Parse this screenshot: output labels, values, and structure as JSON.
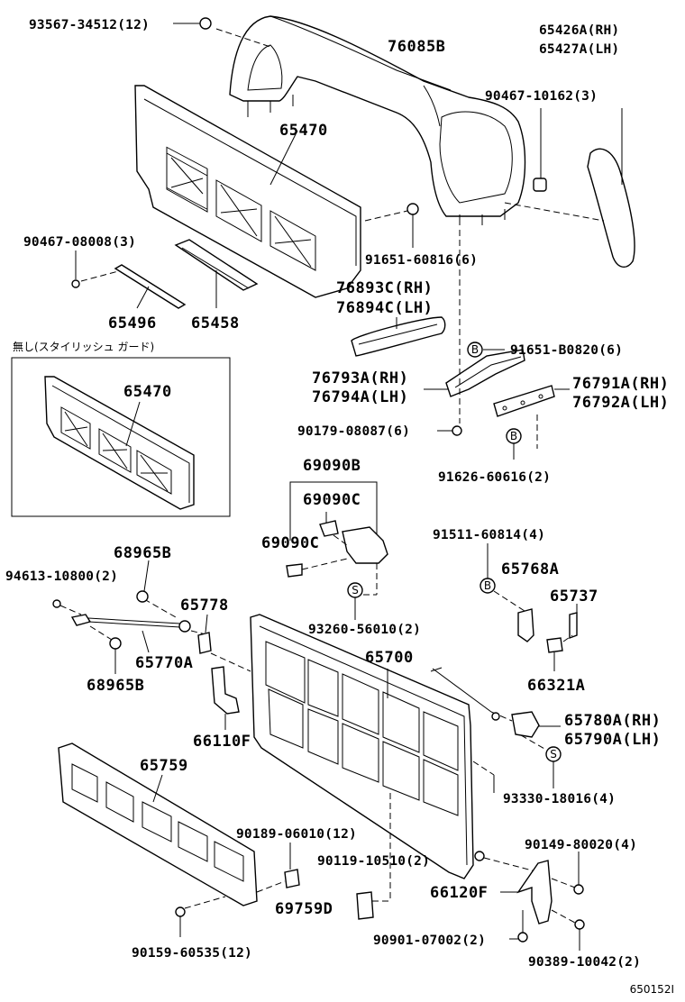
{
  "labels": {
    "p93567": "93567-34512(12)",
    "p76085b": "76085B",
    "p65426a": "65426A(RH)",
    "p65427a": "65427A(LH)",
    "p90467_10162": "90467-10162(3)",
    "p65470_top": "65470",
    "p90467_08008": "90467-08008(3)",
    "p91651_60816": "91651-60816(6)",
    "p65496": "65496",
    "p65458": "65458",
    "p76893c": "76893C(RH)",
    "p76894c": "76894C(LH)",
    "p91651_b0820": "91651-B0820(6)",
    "p76793a": "76793A(RH)",
    "p76794a": "76794A(LH)",
    "p76791a": "76791A(RH)",
    "p76792a": "76792A(LH)",
    "p90179": "90179-08087(6)",
    "p91626": "91626-60616(2)",
    "p69090b": "69090B",
    "p69090c_1": "69090C",
    "p69090c_2": "69090C",
    "p91511": "91511-60814(4)",
    "p65768a": "65768A",
    "p65737": "65737",
    "p68965b_1": "68965B",
    "p94613": "94613-10800(2)",
    "p65778": "65778",
    "p93260": "93260-56010(2)",
    "p65770a": "65770A",
    "p65700": "65700",
    "p66321a": "66321A",
    "p68965b_2": "68965B",
    "p66110f": "66110F",
    "p65780a": "65780A(RH)",
    "p65790a": "65790A(LH)",
    "p65759": "65759",
    "p93330": "93330-18016(4)",
    "p90189": "90189-06010(12)",
    "p90149": "90149-80020(4)",
    "p90119": "90119-10510(2)",
    "p66120f": "66120F",
    "p69759d": "69759D",
    "p90901": "90901-07002(2)",
    "p90159": "90159-60535(12)",
    "p90389": "90389-10042(2)",
    "p65470_inset": "65470"
  },
  "inset_caption": "無し(スタイリッシュ ガード)",
  "markers": {
    "b1": "B",
    "b2": "B",
    "b3": "B",
    "s1": "S",
    "s2": "S"
  },
  "figure_number": "650152I"
}
